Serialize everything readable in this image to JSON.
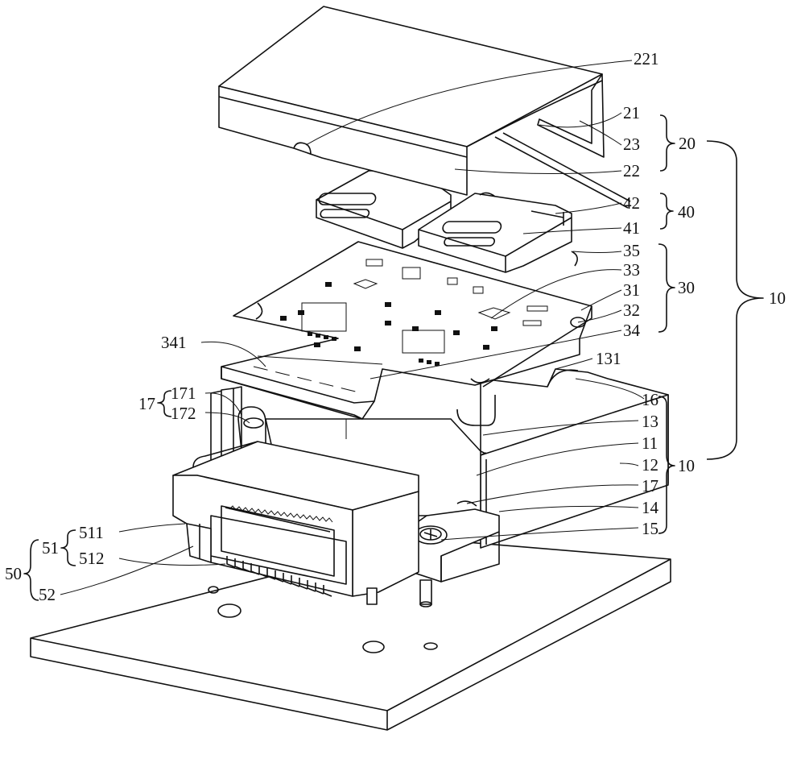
{
  "figure": {
    "title": "Exploded view of connector module assembly",
    "groups": {
      "g20": "20",
      "g40": "40",
      "g30": "30",
      "g10_outer": "10",
      "g10_inner": "10",
      "g17": "17",
      "g51": "51",
      "g50": "50"
    },
    "labels": {
      "l221": "221",
      "l21": "21",
      "l23": "23",
      "l22": "22",
      "l42": "42",
      "l41": "41",
      "l35": "35",
      "l33": "33",
      "l31": "31",
      "l32": "32",
      "l34": "34",
      "l341": "341",
      "l131": "131",
      "l16": "16",
      "l13": "13",
      "l11": "11",
      "l12": "12",
      "l17": "17",
      "l14": "14",
      "l15": "15",
      "l171": "171",
      "l172": "172",
      "l511": "511",
      "l512": "512",
      "l52": "52"
    }
  }
}
